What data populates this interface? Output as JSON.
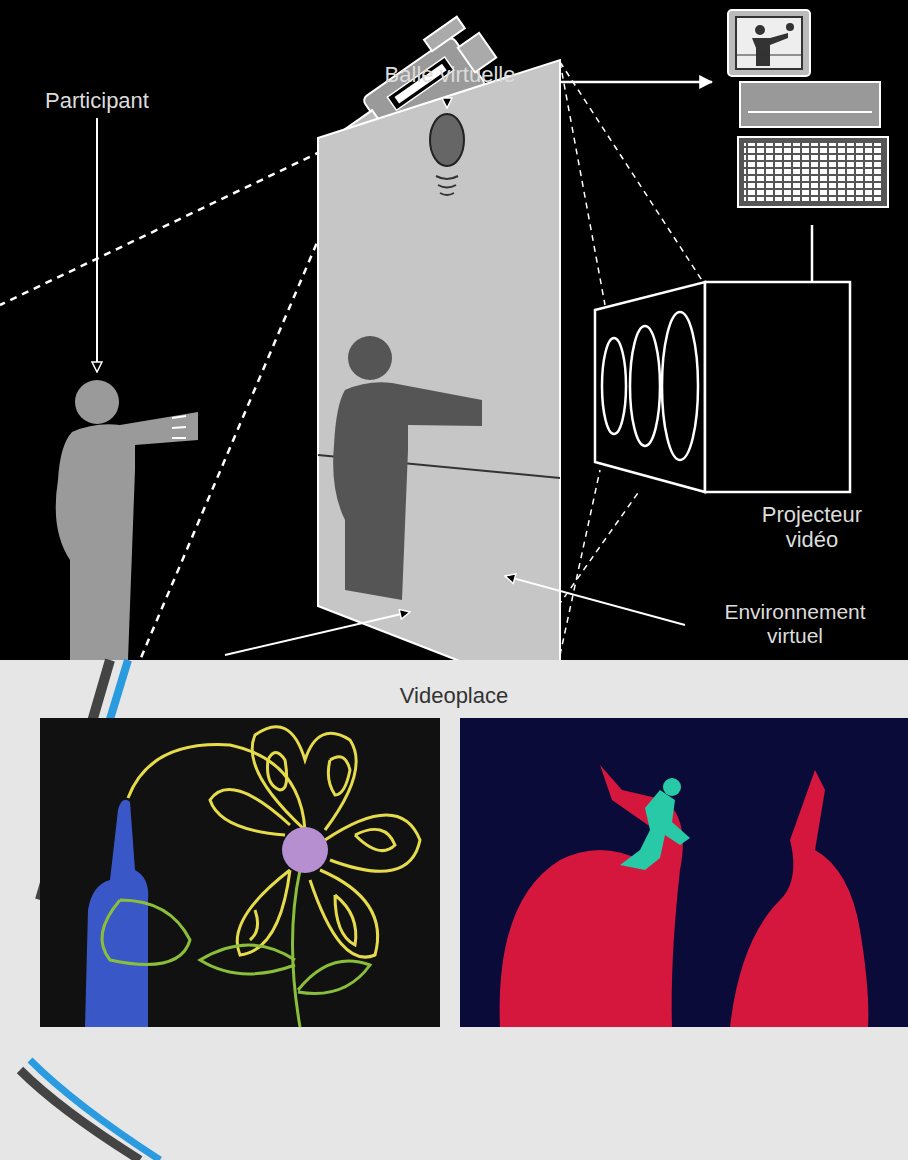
{
  "diagram": {
    "title": "Videoplace",
    "labels": [
      "Participant",
      "Balle virtuelle",
      "Projecteur vidéo",
      "Environnement virtuel"
    ]
  }
}
